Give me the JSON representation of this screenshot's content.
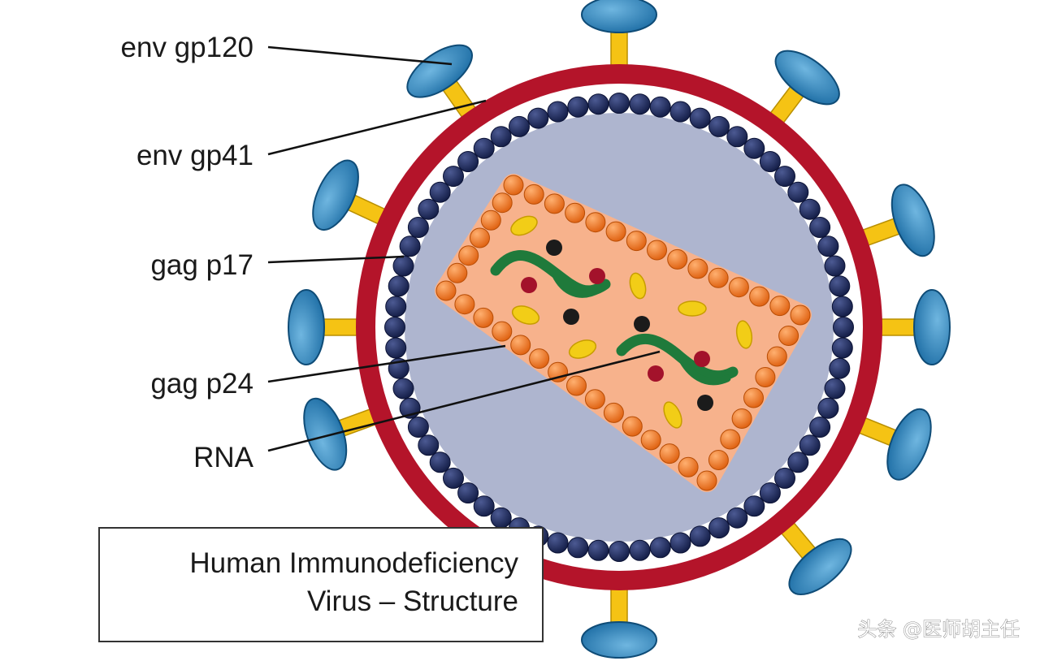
{
  "labels": {
    "env_gp120": "env gp120",
    "env_gp41": "env gp41",
    "gag_p17": "gag p17",
    "gag_p24": "gag p24",
    "rna": "RNA"
  },
  "title": {
    "line1": "Human Immunodeficiency",
    "line2": "Virus – Structure"
  },
  "watermark": "头条 @医师胡主任",
  "colors": {
    "envelope": "#b4142a",
    "matrix_beads": "#1f2a5e",
    "interior": "#aeb5cf",
    "capsid_fill": "#f7b28c",
    "capsid_beads": "#f07d2c",
    "spike_head": "#2f86bd",
    "spike_stem": "#f5c314",
    "rna": "#1f7a3b",
    "enzyme_red": "#a3122b",
    "enzyme_black": "#1b1b1b",
    "ovals": "#f2cd17"
  }
}
